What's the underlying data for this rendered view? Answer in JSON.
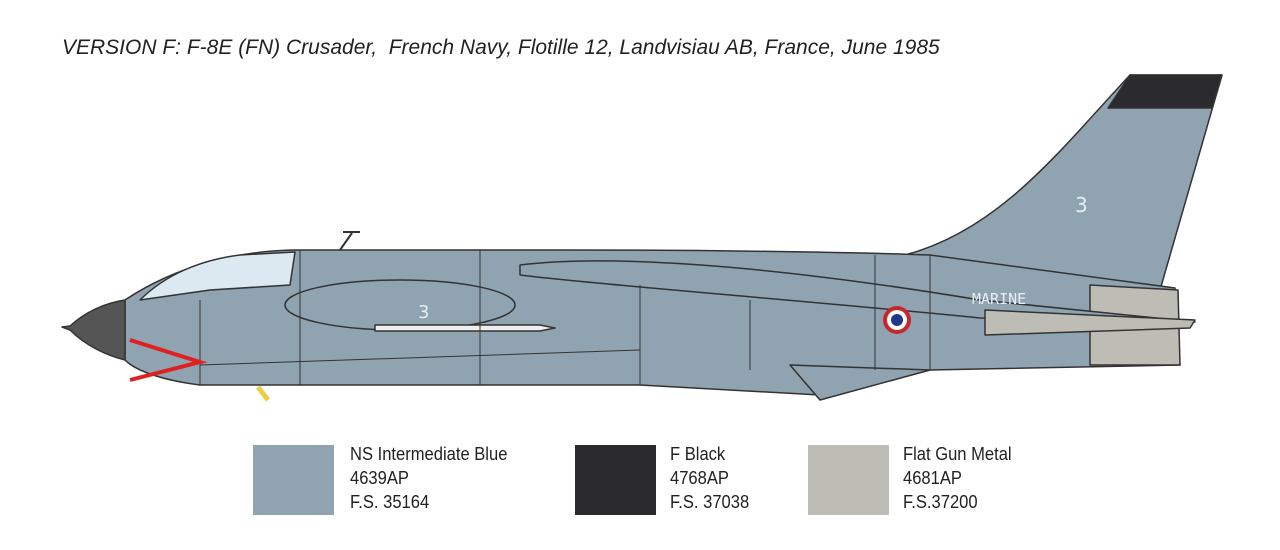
{
  "title": "VERSION F: F-8E (FN) Crusader,  French Navy, Flotille 12, Landvisiau AB, France, June 1985",
  "aircraft": {
    "tail_number": "3",
    "nose_number": "3",
    "marking": "MARINE"
  },
  "colors": [
    {
      "name": "NS Intermediate Blue",
      "code": "4639AP",
      "fs": "F.S. 35164",
      "hex": "#8fa3b1"
    },
    {
      "name": "F Black",
      "code": "4768AP",
      "fs": "F.S. 37038",
      "hex": "#2b2b2d"
    },
    {
      "name": "Flat Gun Metal",
      "code": "4681AP",
      "fs": "F.S.37200",
      "hex": "#bdbdb6"
    }
  ]
}
